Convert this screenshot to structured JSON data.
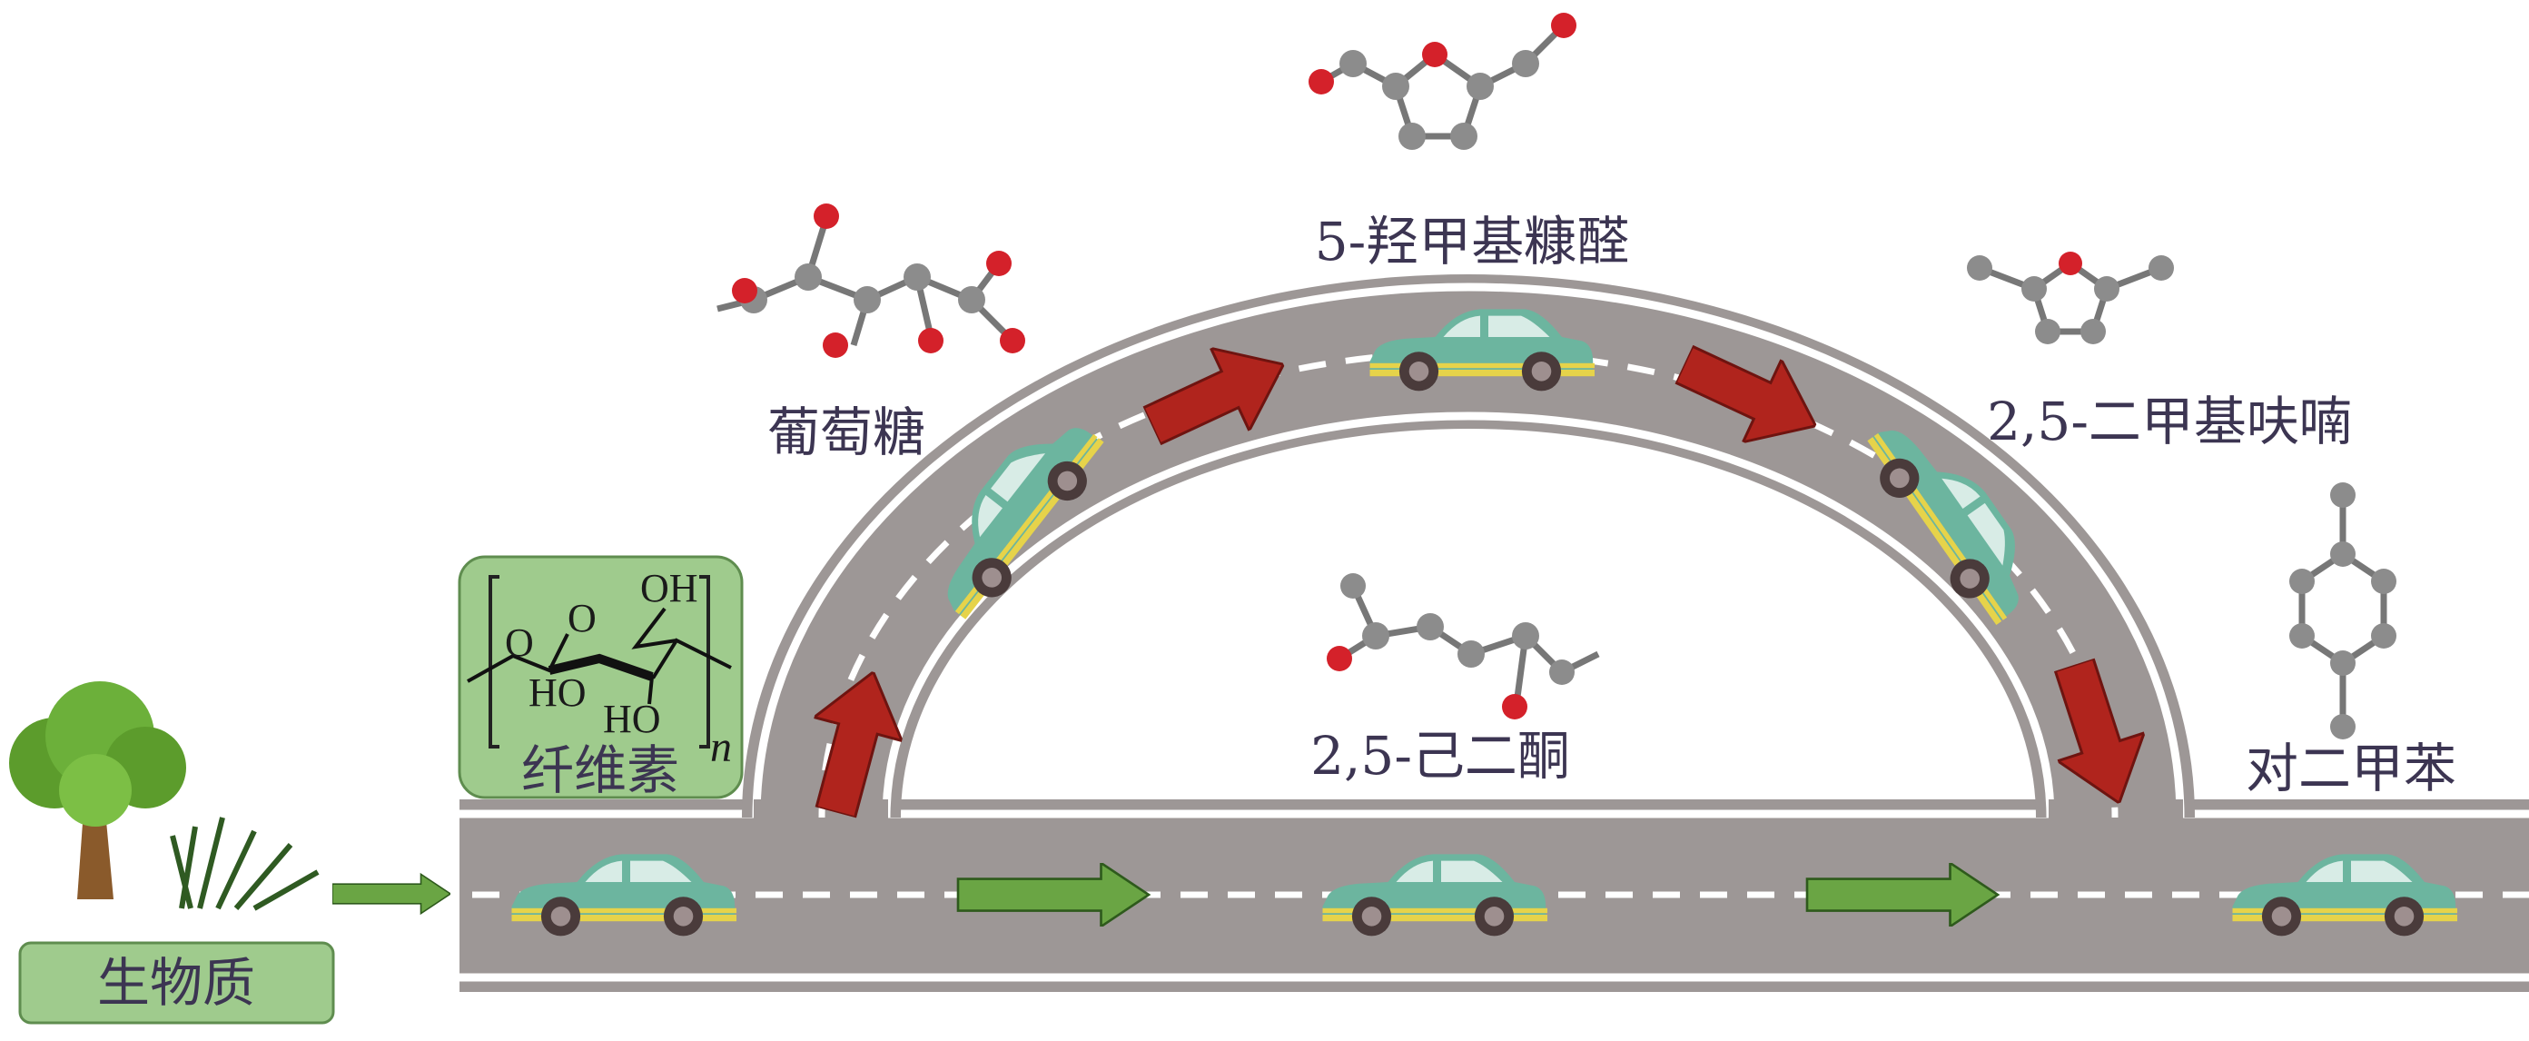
{
  "labels": {
    "biomass": "生物质",
    "cellulose": "纤维素",
    "glucose": "葡萄糖",
    "hmf": "5-羟甲基糠醛",
    "dmf": "2,5-二甲基呋喃",
    "hexanedione": "2,5-己二酮",
    "pxylene": "对二甲苯"
  },
  "cellulose_structure": {
    "oh_top": "OH",
    "o_ring": "O",
    "o_link": "O",
    "ho_left": "HO",
    "ho_bottom": "HO",
    "repeat": "n"
  },
  "colors": {
    "road": "#9d9796",
    "green_box": "#9fcb8d",
    "red_arrow": "#b0241d",
    "green_arrow": "#6aa544",
    "car": "#6cb59f"
  }
}
